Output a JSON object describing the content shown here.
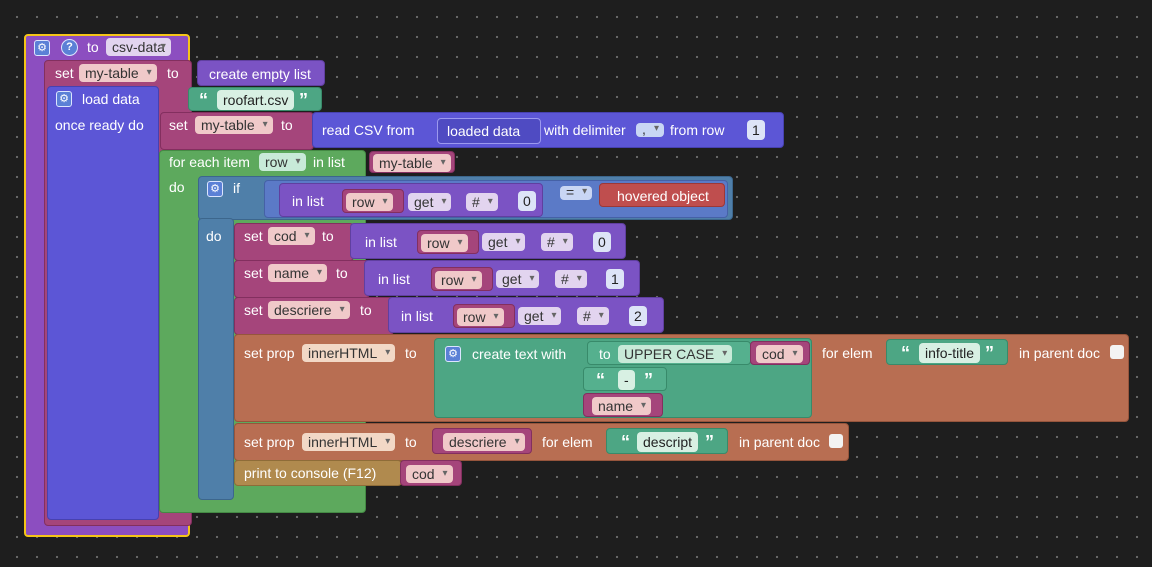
{
  "func": {
    "to": "to",
    "name": "csv-data"
  },
  "set1": {
    "set": "set",
    "var": "my-table",
    "to": "to",
    "value": "create empty list"
  },
  "load": {
    "label": "load data",
    "file": "roofart.csv",
    "once": "once ready do"
  },
  "set2": {
    "set": "set",
    "var": "my-table",
    "to": "to",
    "read": "read CSV from",
    "loaded": "loaded data",
    "delim": "with delimiter",
    "delim_val": ",",
    "from_row": "from row",
    "row_num": "1"
  },
  "foreach": {
    "label": "for each item",
    "item": "row",
    "in_list": "in list",
    "list": "my-table",
    "do": "do"
  },
  "ifb": {
    "if": "if",
    "in_list": "in list",
    "row": "row",
    "get": "get",
    "hash": "#",
    "idx": "0",
    "eq": "=",
    "hovered": "hovered object",
    "do": "do"
  },
  "sets": [
    {
      "set": "set",
      "var": "cod",
      "to": "to",
      "in_list": "in list",
      "row": "row",
      "get": "get",
      "hash": "#",
      "idx": "0"
    },
    {
      "set": "set",
      "var": "name",
      "to": "to",
      "in_list": "in list",
      "row": "row",
      "get": "get",
      "hash": "#",
      "idx": "1"
    },
    {
      "set": "set",
      "var": "descriere",
      "to": "to",
      "in_list": "in list",
      "row": "row",
      "get": "get",
      "hash": "#",
      "idx": "2"
    }
  ],
  "prop1": {
    "set_prop": "set prop",
    "prop": "innerHTML",
    "to": "to",
    "create": "create text with",
    "upper_to": "to",
    "upper": "UPPER CASE",
    "cod": "cod",
    "dash": "-",
    "name": "name",
    "for_elem": "for elem",
    "elem": "info-title",
    "in_parent": "in parent doc"
  },
  "prop2": {
    "set_prop": "set prop",
    "prop": "innerHTML",
    "to": "to",
    "value": "descriere",
    "for_elem": "for elem",
    "elem": "descript",
    "in_parent": "in parent doc"
  },
  "print": {
    "label": "print to console (F12)",
    "value": "cod"
  },
  "icons": {
    "gear": "gear-icon",
    "help": "question-icon",
    "checkbox": "checkbox-icon"
  },
  "colors": {
    "procedure": "#8c4ec0",
    "variable": "#a5457b",
    "list": "#7b53c4",
    "loop": "#5da95d",
    "logic": "#5b7ac7",
    "text": "#4da684",
    "html": "#b86e52",
    "console": "#b08a4e"
  }
}
